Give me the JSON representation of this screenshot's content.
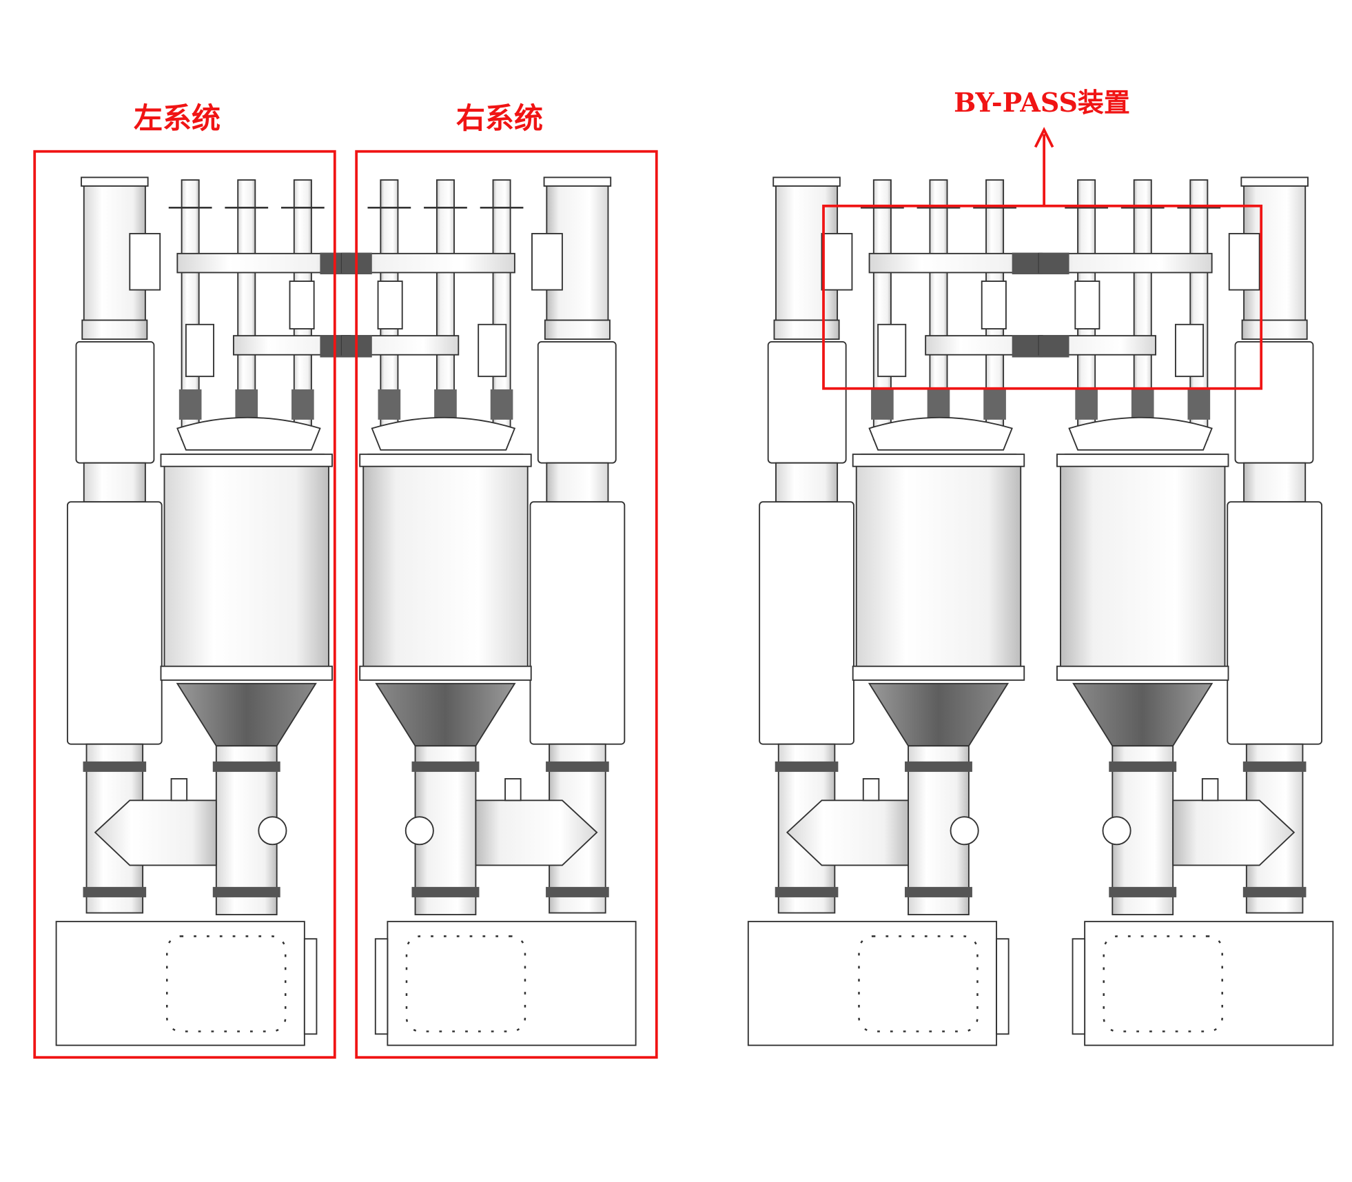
{
  "labels": {
    "left_system": "左系统",
    "right_system": "右系统",
    "bypass": "BY-PASS装置"
  },
  "colors": {
    "annotation": "#f01414",
    "line": "#333333",
    "cone": "#7a7a7a"
  }
}
